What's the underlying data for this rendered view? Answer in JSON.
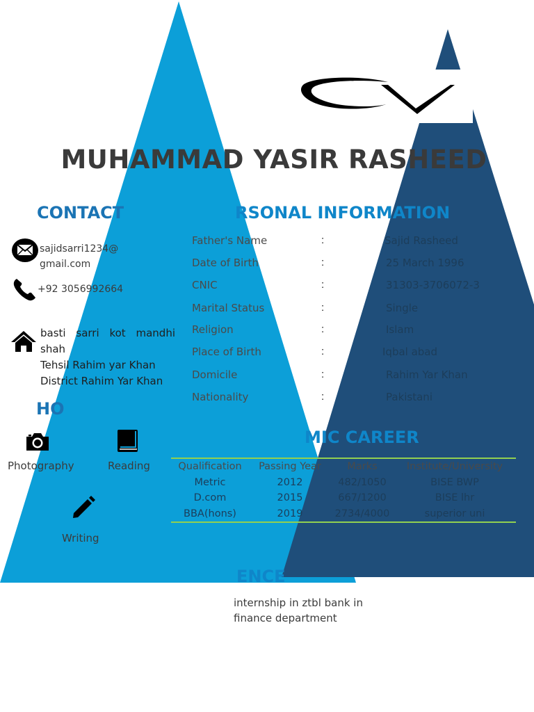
{
  "name": "MUHAMMAD YASIR RASHEED",
  "colors": {
    "light_blue": "#0c9fd8",
    "navy": "#1f4e7a",
    "heading_blue": "#0f86c9",
    "heading_dark": "#1b74b4",
    "rule_green": "#92d050"
  },
  "logo": {
    "icon": "cv-logo"
  },
  "headings": {
    "contact": "CONTACT",
    "personal": "RSONAL INFORMATION",
    "hobbies": "HO",
    "academic": "MIC CAREER",
    "experience": "ENCE"
  },
  "contact": {
    "email_line1": "sajidsarri1234@",
    "email_line2": "gmail.com",
    "phone": "+92 3056992664",
    "address_line1": "basti sarri kot mandhi",
    "address_line2": "shah",
    "address_line3": "Tehsil Rahim yar Khan",
    "address_line4": "District Rahim Yar Khan"
  },
  "personal": [
    {
      "label": "Father's Name",
      "colon": ":",
      "value": "Sajid Rasheed"
    },
    {
      "label": "Date of Birth",
      "colon": ":",
      "value": "25 March 1996"
    },
    {
      "label": "CNIC",
      "colon": ":",
      "value": "31303-3706072-3"
    },
    {
      "label": "Marital Status",
      "colon": ":",
      "value": "Single"
    },
    {
      "label": "Religion",
      "colon": ":",
      "value": "Islam"
    },
    {
      "label": "Place of Birth",
      "colon": ":",
      "value": "Iqbal abad"
    },
    {
      "label": "Domicile",
      "colon": ":",
      "value": "Rahim Yar Khan"
    },
    {
      "label": "Nationality",
      "colon": ":",
      "value": "Pakistani"
    }
  ],
  "hobbies": [
    {
      "label": "Photography",
      "icon": "camera-icon"
    },
    {
      "label": "Reading",
      "icon": "book-icon"
    },
    {
      "label": "Writing",
      "icon": "pencil-icon"
    }
  ],
  "academic": {
    "headers": [
      "Qualification",
      "Passing Year",
      "Marks",
      "Institute/University"
    ],
    "rows": [
      [
        "Metric",
        "2012",
        "482/1050",
        "BISE  BWP"
      ],
      [
        "D.com",
        "2015",
        "667/1200",
        "BISE  lhr"
      ],
      [
        "BBA(hons)",
        "2019",
        "2734/4000",
        "superior uni"
      ]
    ]
  },
  "experience": {
    "line1": "internship in ztbl bank in",
    "line2": "finance department"
  }
}
